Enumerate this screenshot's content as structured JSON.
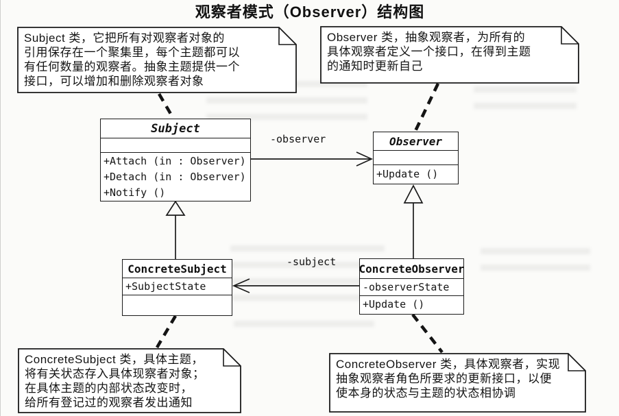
{
  "title": "观察者模式（Observer）结构图",
  "notes": {
    "subject": {
      "lines": [
        "Subject 类，它把所有对观察者对象的",
        "引用保存在一个聚集里，每个主题都可以",
        "有任何数量的观察者。抽象主题提供一个",
        "接口，可以增加和删除观察者对象"
      ]
    },
    "observer": {
      "lines": [
        "Observer 类，抽象观察者，为所有的",
        "具体观察者定义一个接口，在得到主题",
        "的通知时更新自己"
      ]
    },
    "concrete_subject": {
      "lines": [
        "ConcreteSubject 类，具体主题，",
        "将有关状态存入具体现察者对象；",
        "在具体主题的内部状态改变时，",
        "给所有登记过的观察者发出通知"
      ]
    },
    "concrete_observer": {
      "lines": [
        "ConcreteObserver 类，具体观察者，实现",
        "抽象观察者角色所要求的更新接口，以便",
        "使本身的状态与主题的状态相协调"
      ]
    }
  },
  "classes": {
    "subject": {
      "name": "Subject",
      "abstract": true,
      "attributes": [],
      "methods": [
        "+Attach (in : Observer)",
        "+Detach (in : Observer)",
        "+Notify ()"
      ]
    },
    "observer": {
      "name": "Observer",
      "abstract": true,
      "attributes": [],
      "methods": [
        "+Update ()"
      ]
    },
    "concrete_subject": {
      "name": "ConcreteSubject",
      "abstract": false,
      "attributes": [
        "+SubjectState"
      ],
      "methods": []
    },
    "concrete_observer": {
      "name": "ConcreteObserver",
      "abstract": false,
      "attributes": [
        "-observerState"
      ],
      "methods": [
        "+Update ()"
      ]
    }
  },
  "relations": {
    "subject_to_observer_label": "-observer",
    "concreteobserver_to_concretesubject_label": "-subject"
  },
  "colors": {
    "line": "#1a1a1a",
    "background": "#fbfbf9",
    "box_fill": "#ffffff"
  }
}
